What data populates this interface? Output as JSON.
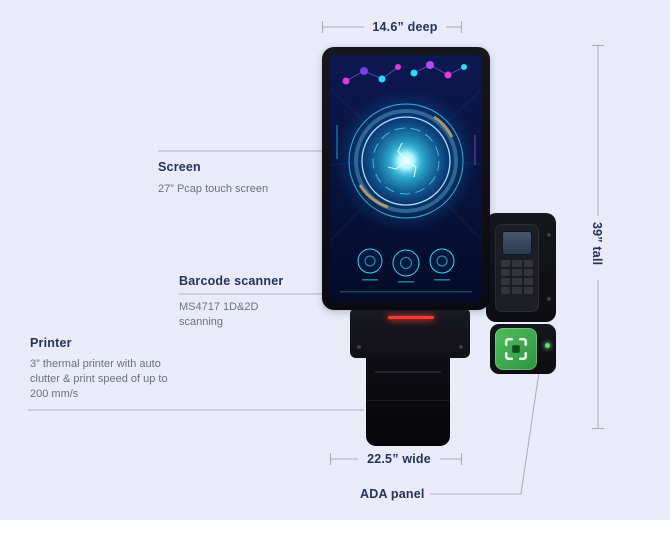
{
  "dimensions": {
    "deep": "14.6” deep",
    "tall": "39” tall",
    "wide": "22.5” wide"
  },
  "callouts": {
    "screen": {
      "title": "Screen",
      "desc": "27” Pcap touch screen"
    },
    "barcode": {
      "title": "Barcode scanner",
      "desc": "MS4717 1D&2D scanning"
    },
    "printer": {
      "title": "Printer",
      "desc": "3” thermal printer with auto clutter & print speed of up to 200 mm/s"
    },
    "ada": {
      "label": "ADA panel"
    }
  },
  "colors": {
    "page_bg": "#e9ecf8",
    "heading": "#25315e",
    "body": "#6a7186",
    "line": "#a9b0c4",
    "accent_green": "#4fbe5b",
    "scanner_red": "#ff3b2f",
    "glow_cyan": "#2bd9f8"
  }
}
